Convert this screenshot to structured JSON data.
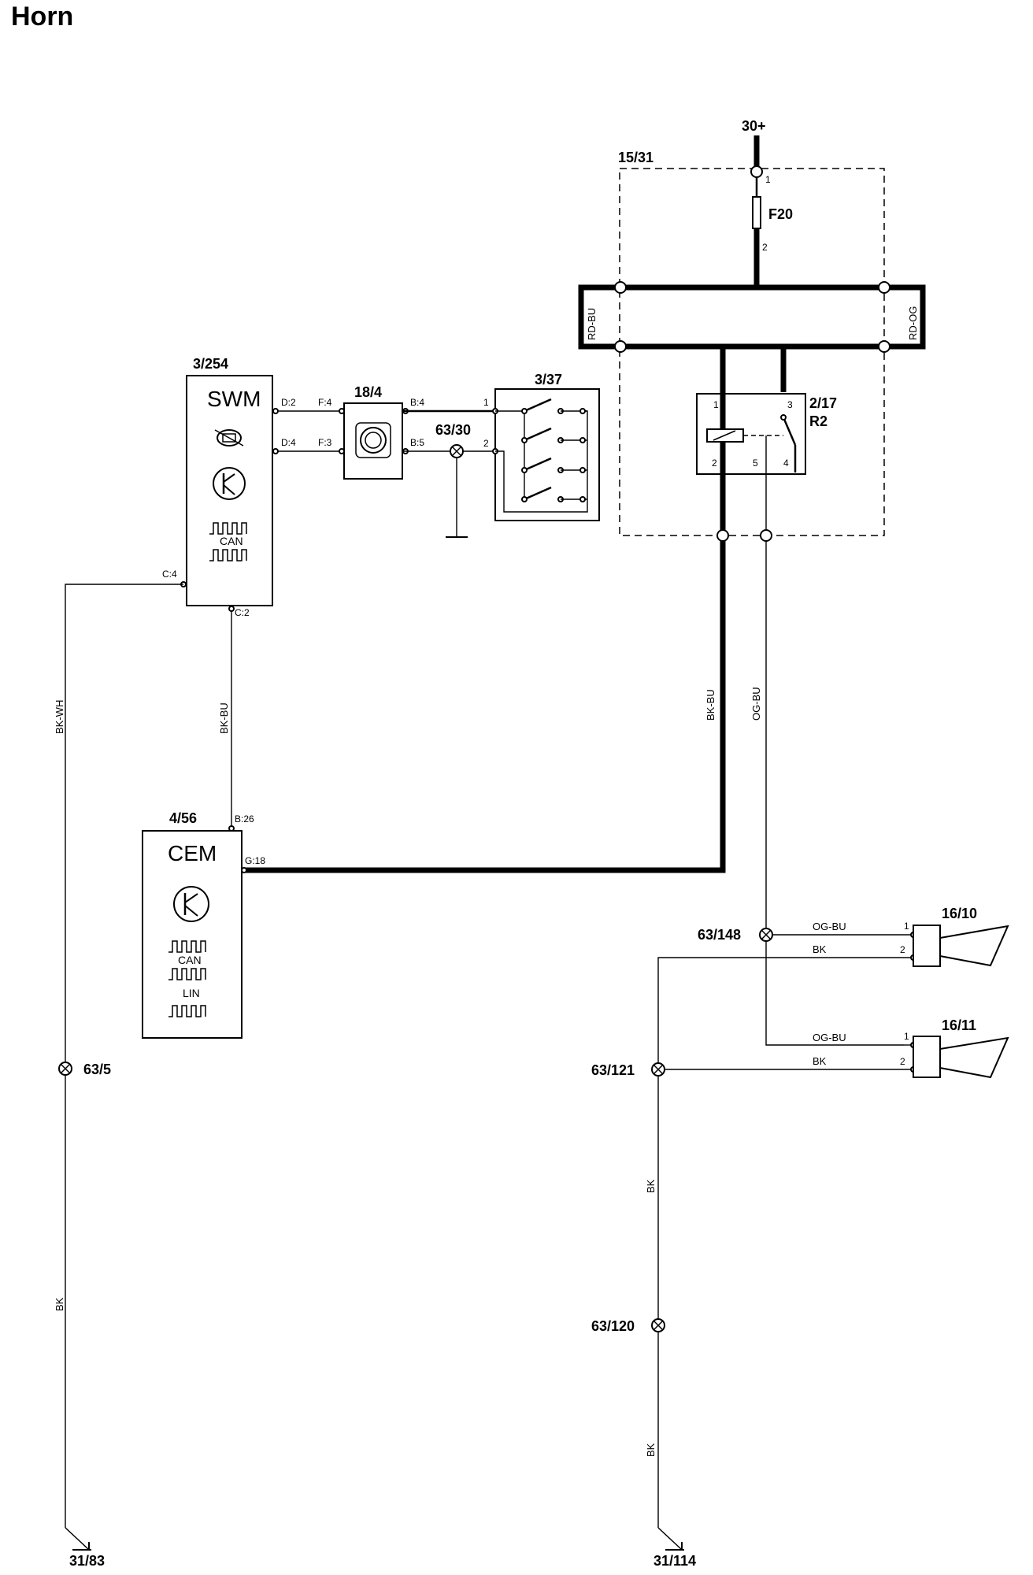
{
  "title": "Horn",
  "supply": {
    "label": "30+",
    "pin1": "1",
    "pin2": "2",
    "fuse": "F20"
  },
  "fuse_box": {
    "id": "15/31",
    "left_wire": "RD-BU",
    "right_wire": "RD-OG"
  },
  "relay": {
    "id": "2/17",
    "name": "R2",
    "pins": [
      "1",
      "3",
      "2",
      "5",
      "4"
    ]
  },
  "swm": {
    "id": "3/254",
    "name": "SWM",
    "can_label": "CAN",
    "pins": {
      "d2": "D:2",
      "d4": "D:4",
      "c4": "C:4",
      "c2": "C:2"
    }
  },
  "clock_spring": {
    "id": "18/4",
    "pins": {
      "f4": "F:4",
      "f3": "F:3",
      "b4": "B:4",
      "b5": "B:5"
    }
  },
  "horn_switch": {
    "id": "3/37",
    "pins": [
      "1",
      "2"
    ]
  },
  "ground_splice_top": {
    "id": "63/30"
  },
  "cem": {
    "id": "4/56",
    "name": "CEM",
    "can_label": "CAN",
    "lin_label": "LIN",
    "pins": {
      "b26": "B:26",
      "g18": "G:18"
    }
  },
  "wires": {
    "bk_wh": "BK-WH",
    "bk_bu_swm": "BK-BU",
    "bk_bu_relay": "BK-BU",
    "og_bu_relay": "OG-BU",
    "og_bu_h1": "OG-BU",
    "bk_h1": "BK",
    "og_bu_h2": "OG-BU",
    "bk_h2": "BK",
    "bk_left": "BK",
    "bk_right_1": "BK",
    "bk_right_2": "BK"
  },
  "horns": [
    {
      "id": "16/10",
      "pin1": "1",
      "pin2": "2"
    },
    {
      "id": "16/11",
      "pin1": "1",
      "pin2": "2"
    }
  ],
  "splices": {
    "s148": "63/148",
    "s121": "63/121",
    "s120": "63/120",
    "s5": "63/5"
  },
  "grounds": {
    "left": "31/83",
    "right": "31/114"
  }
}
